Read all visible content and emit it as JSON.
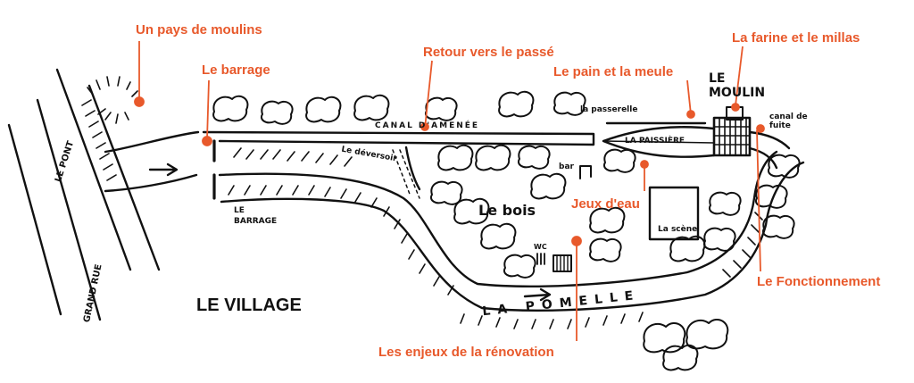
{
  "colors": {
    "accent": "#e8592b",
    "ink": "#111111",
    "background": "#ffffff"
  },
  "callouts": {
    "pays_moulins": "Un pays de moulins",
    "barrage": "Le barrage",
    "retour_passe": "Retour vers le passé",
    "farine_millas": "La farine et le millas",
    "pain_meule": "Le pain et la meule",
    "jeux_eau": "Jeux d'eau",
    "fonctionnement": "Le Fonctionnement",
    "enjeux_renovation": "Les enjeux de la rénovation"
  },
  "map_labels": {
    "village": "LE VILLAGE",
    "le_pont": "LE PONT",
    "grand_rue": "GRAND RUE",
    "le_barrage": "LE BARRAGE",
    "canal_amenee": "CANAL D'AMENÉE",
    "deversoir": "Le déversoir",
    "bar": "bar",
    "le_bois": "Le bois",
    "wc": "WC",
    "la_pomelle": "LA POMELLE",
    "la_passerelle": "la passerelle",
    "la_paissiere": "LA PAISSIÈRE",
    "la_scene": "La scène",
    "le_moulin": "LE MOULIN",
    "canal_de_fuite": "canal de fuite"
  }
}
